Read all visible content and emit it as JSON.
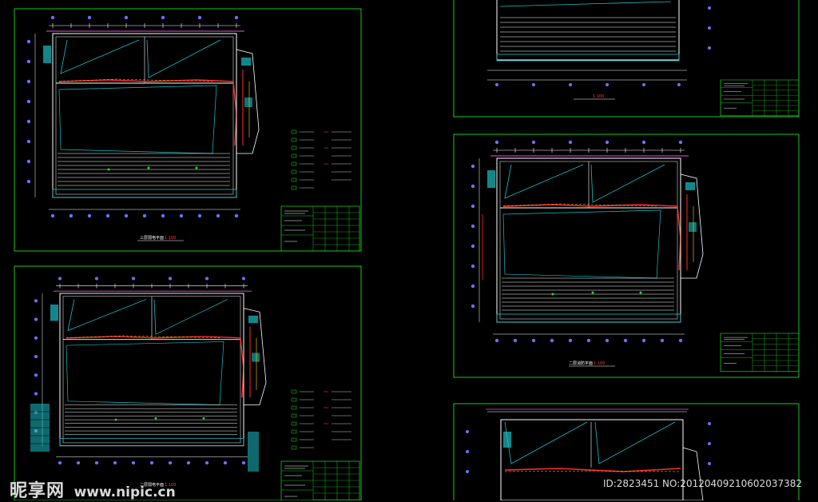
{
  "colors": {
    "frame": "#19c819",
    "wall": "#ffffff",
    "column": "#6f6fff",
    "cyan": "#18c0c8",
    "red": "#ff2a2a",
    "yellow": "#ffd200",
    "magenta": "#e64fe6",
    "legend_green": "#22e022"
  },
  "sheets": [
    {
      "id": "sheet-top-left",
      "title": "三层弱电平面",
      "scale": "1:100"
    },
    {
      "id": "sheet-bottom-left",
      "title": "二层弱电平面",
      "scale": "1:100"
    },
    {
      "id": "sheet-top-right",
      "title": "",
      "scale": "1:100"
    },
    {
      "id": "sheet-middle-right",
      "title": "二层消防平面",
      "scale": "1:100"
    },
    {
      "id": "sheet-bottom-right",
      "title": "",
      "scale": ""
    }
  ],
  "watermark": {
    "brand": "昵享网",
    "url": "www.nipic.cn",
    "id_line": "ID:2823451 NO:20120409210602037382"
  }
}
